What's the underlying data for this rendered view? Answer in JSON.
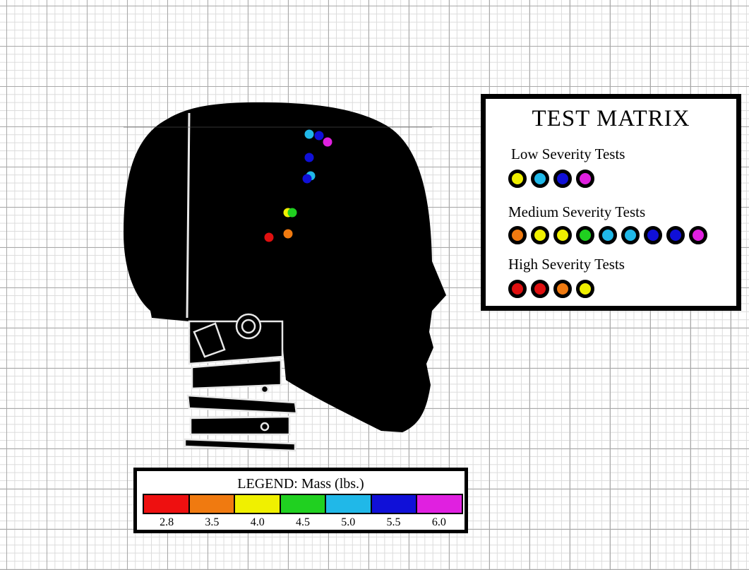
{
  "matrix": {
    "title": "TEST MATRIX",
    "groups": [
      {
        "label": "Low Severity Tests",
        "colors": [
          "#f0f000",
          "#20b8e8",
          "#1010d8",
          "#e020e0"
        ]
      },
      {
        "label": "Medium Severity Tests",
        "colors": [
          "#f07a10",
          "#f0f000",
          "#f0f000",
          "#20d020",
          "#20b8e8",
          "#20b8e8",
          "#1010d8",
          "#1010d8",
          "#e020e0"
        ]
      },
      {
        "label": "High Severity Tests",
        "colors": [
          "#e01010",
          "#e01010",
          "#f07a10",
          "#f0f000"
        ]
      }
    ]
  },
  "legend": {
    "title": "LEGEND: Mass (lbs.)",
    "colors": [
      "#ee1010",
      "#f07a10",
      "#f0f000",
      "#20d020",
      "#20b8e8",
      "#1010d8",
      "#e020e0"
    ],
    "ticks": [
      "2.8",
      "3.5",
      "4.0",
      "4.5",
      "5.0",
      "5.5",
      "6.0"
    ]
  },
  "impact_points": [
    {
      "mass_lbs": 5.0,
      "color": "#20b8e8"
    },
    {
      "mass_lbs": 5.5,
      "color": "#1010d8"
    },
    {
      "mass_lbs": 6.0,
      "color": "#e020e0"
    },
    {
      "mass_lbs": 5.5,
      "color": "#1010d8"
    },
    {
      "mass_lbs": 5.0,
      "color": "#20b8e8"
    },
    {
      "mass_lbs": 5.5,
      "color": "#1010d8"
    },
    {
      "mass_lbs": 4.0,
      "color": "#f0f000"
    },
    {
      "mass_lbs": 4.5,
      "color": "#20d020"
    },
    {
      "mass_lbs": 3.5,
      "color": "#f07a10"
    },
    {
      "mass_lbs": 2.8,
      "color": "#e01010"
    }
  ]
}
